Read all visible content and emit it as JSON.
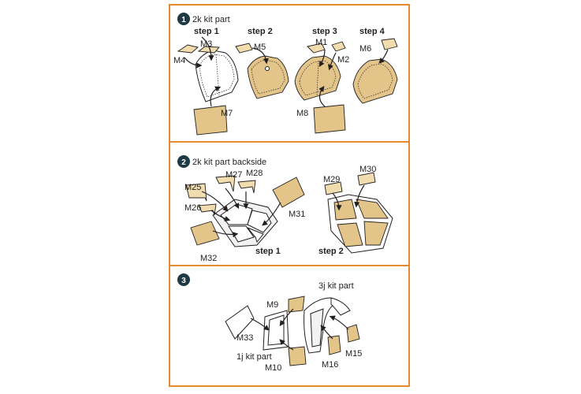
{
  "panel1": {
    "number": "1",
    "kit_part": "2k kit part",
    "steps": [
      "step 1",
      "step 2",
      "step 3",
      "step 4"
    ],
    "parts": [
      "M3",
      "M4",
      "M7",
      "M5",
      "M1",
      "M2",
      "M8",
      "M6"
    ]
  },
  "panel2": {
    "number": "2",
    "kit_part": "2k kit part backside",
    "steps": [
      "step 1",
      "step 2"
    ],
    "parts": [
      "M27",
      "M28",
      "M25",
      "M26",
      "M31",
      "M32",
      "M29",
      "M30"
    ]
  },
  "panel3": {
    "number": "3",
    "kit_part_top": "3j kit part",
    "kit_part_bottom": "1j kit part",
    "parts": [
      "M9",
      "M33",
      "M10",
      "M16",
      "M15"
    ]
  },
  "colors": {
    "border": "#e58a2e",
    "badge": "#1f3a45",
    "part_fill": "#e3c58a"
  }
}
